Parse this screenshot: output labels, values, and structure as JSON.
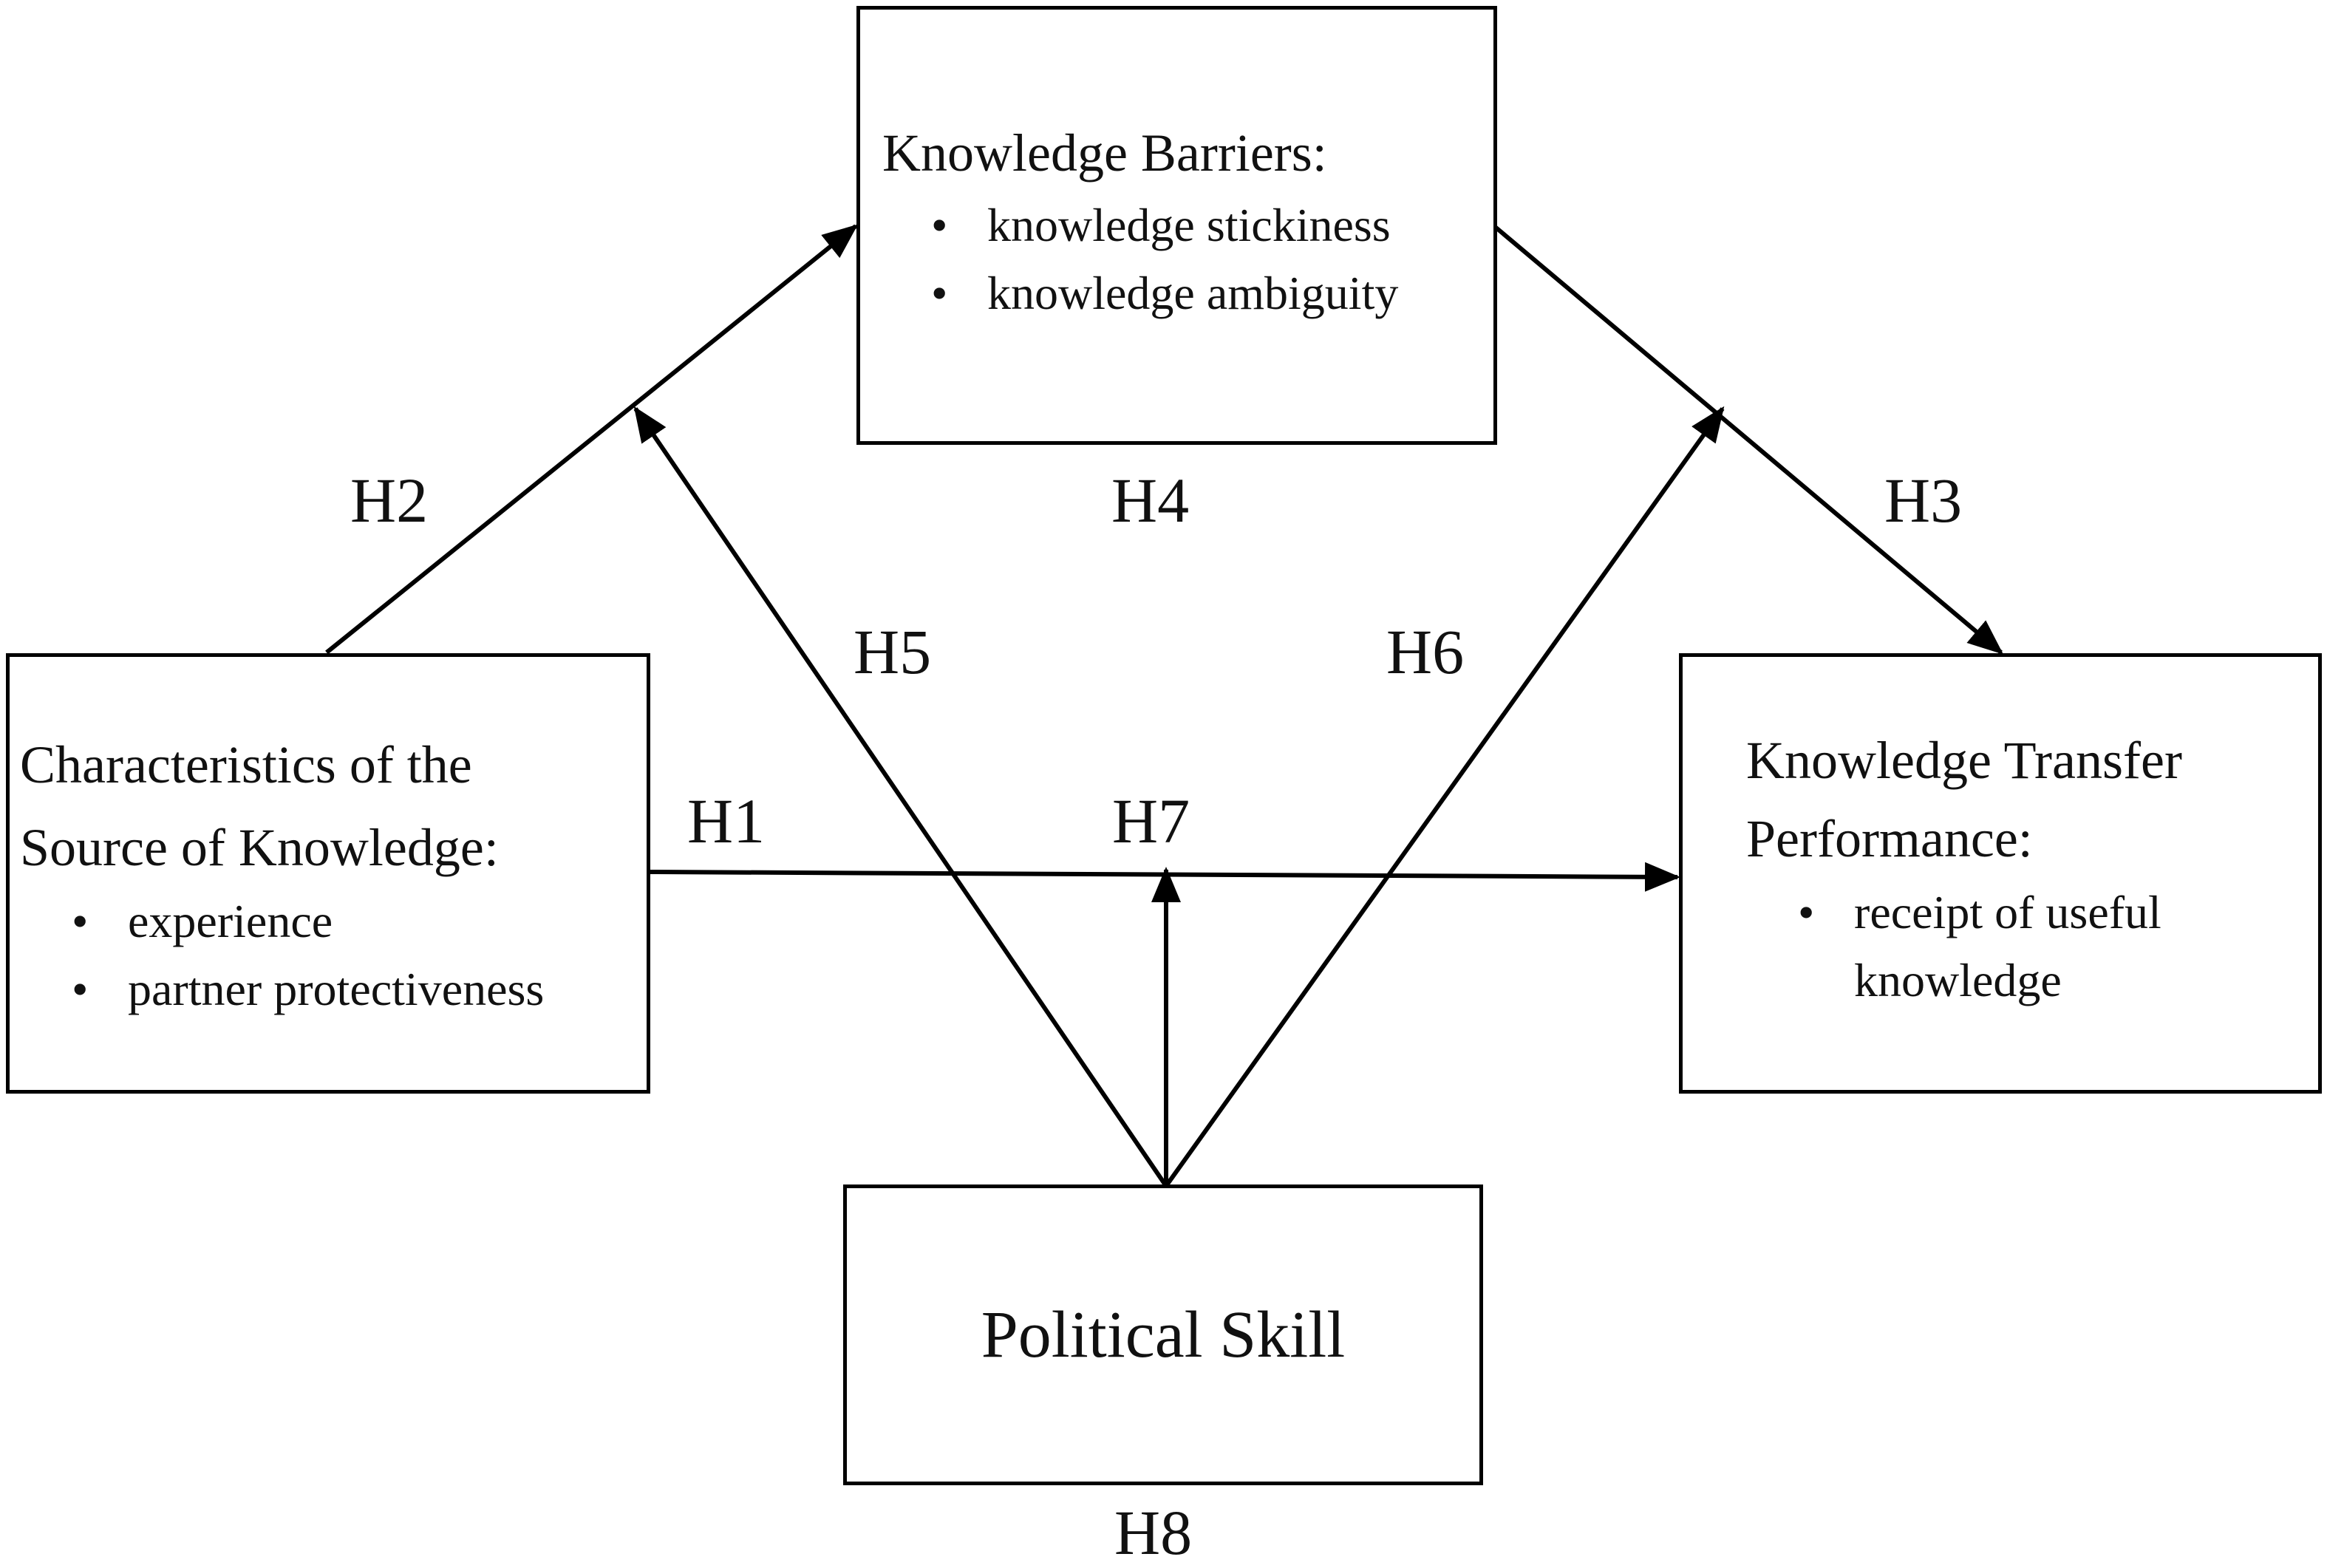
{
  "boxes": {
    "source": {
      "title_line1": "Characteristics of the",
      "title_line2": "Source of Knowledge:",
      "items": [
        "experience",
        "partner protectiveness"
      ]
    },
    "barriers": {
      "title": "Knowledge Barriers:",
      "items": [
        "knowledge stickiness",
        "knowledge ambiguity"
      ]
    },
    "transfer": {
      "title_line1": "Knowledge Transfer",
      "title_line2": "Performance:",
      "item_line1": "receipt of useful",
      "item_line2": "knowledge"
    },
    "political": {
      "title": "Political Skill"
    }
  },
  "hypotheses": {
    "h1": "H1",
    "h2": "H2",
    "h3": "H3",
    "h4": "H4",
    "h5": "H5",
    "h6": "H6",
    "h7": "H7",
    "h8": "H8"
  }
}
